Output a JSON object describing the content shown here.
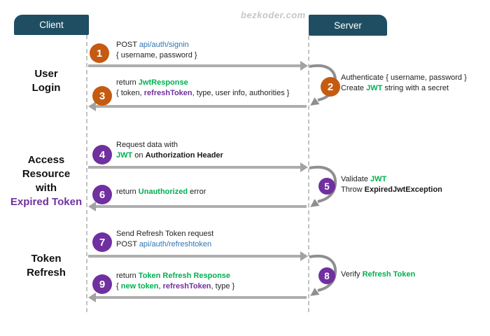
{
  "watermark": "bezkoder.com",
  "actors": {
    "client": "Client",
    "server": "Server"
  },
  "colors": {
    "actor_box": "#1F4E63",
    "orange_badge": "#C55A11",
    "purple_badge": "#7030A0",
    "green_text": "#00B050",
    "blue_link_text": "#2E75B6",
    "purple_text": "#7030A0",
    "arrow_gray": "#aeaeae"
  },
  "sections": {
    "login": {
      "line1": "User",
      "line2": "Login"
    },
    "access": {
      "line1": "Access",
      "line2": "Resource",
      "line3": "with",
      "line4_purple": "Expired Token"
    },
    "refresh": {
      "line1": "Token",
      "line2": "Refresh"
    }
  },
  "steps": {
    "s1": {
      "num": "1",
      "l1_plain": "POST ",
      "l1_link": "api/auth/signin",
      "l2": "{ username, password }"
    },
    "s2": {
      "num": "2",
      "l1": "Authenticate { username, password }",
      "l2_pre": "Create ",
      "l2_green": "JWT",
      "l2_post": " string with a secret"
    },
    "s3": {
      "num": "3",
      "l1_pre": "return ",
      "l1_green": "JwtResponse",
      "l2_pre": "{ token, ",
      "l2_purple": "refreshToken",
      "l2_post": ", type, user info, authorities }"
    },
    "s4": {
      "num": "4",
      "l1": "Request data with",
      "l2_green": "JWT",
      "l2_mid": " on ",
      "l2_bold": "Authorization Header"
    },
    "s5": {
      "num": "5",
      "l1_pre": "Validate ",
      "l1_green": "JWT",
      "l2_pre": "Throw ",
      "l2_bold": "ExpiredJwtException"
    },
    "s6": {
      "num": "6",
      "l1_pre": "return ",
      "l1_green": "Unauthorized",
      "l1_post": " error"
    },
    "s7": {
      "num": "7",
      "l1": "Send Refresh Token request",
      "l2_plain": "POST ",
      "l2_link": "api/auth/refreshtoken"
    },
    "s8": {
      "num": "8",
      "l1_pre": "Verify ",
      "l1_green": "Refresh Token"
    },
    "s9": {
      "num": "9",
      "l1_pre": "return ",
      "l1_green": "Token Refresh Response",
      "l2_open": "{ ",
      "l2_green": "new token",
      "l2_comma": ", ",
      "l2_purple": "refreshToken",
      "l2_close": ", type }"
    }
  }
}
